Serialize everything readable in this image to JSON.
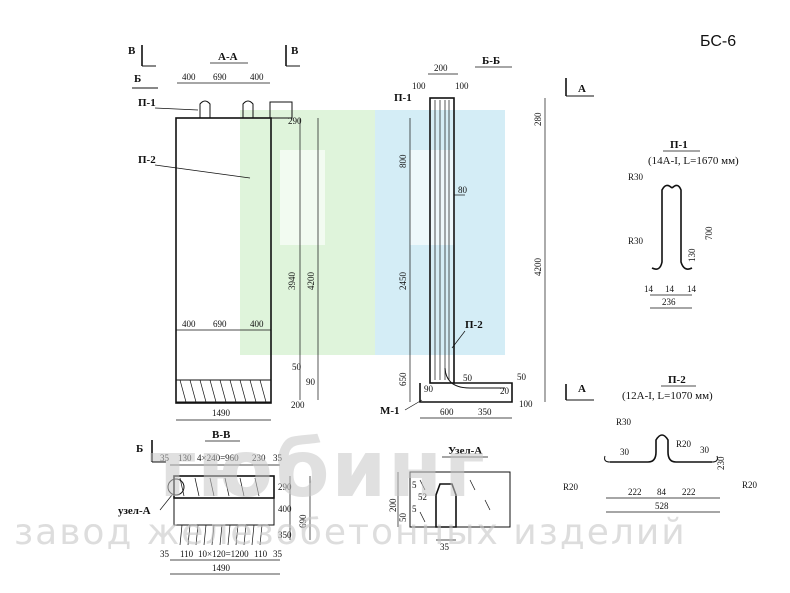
{
  "sheet_code": "БС-6",
  "sections": {
    "aa": {
      "title": "А-А",
      "mark_v": "В",
      "mark_b": "Б",
      "top_dims": [
        "400",
        "690",
        "400"
      ],
      "mid_dims": [
        "400",
        "690",
        "400"
      ],
      "width": "1490",
      "height_dims": [
        "290",
        "3940",
        "4200",
        "50",
        "90",
        "200"
      ],
      "callouts": [
        "П-1",
        "П-2"
      ]
    },
    "bb": {
      "title": "Б-Б",
      "mark_a": "А",
      "top_dims": [
        "200",
        "100",
        "100"
      ],
      "height_dims": [
        "280",
        "800",
        "2450",
        "650",
        "4200"
      ],
      "side_dims": [
        "80",
        "50",
        "50",
        "90",
        "100",
        "20"
      ],
      "bottom_dims": [
        "600",
        "350"
      ],
      "callouts": [
        "П-1",
        "П-2",
        "М-1"
      ]
    },
    "vv": {
      "title": "В-В",
      "mark_b": "Б",
      "top_dims": [
        "35",
        "130",
        "4×240=960",
        "230",
        "35"
      ],
      "bottom_dims": [
        "35",
        "110",
        "10×120=1200",
        "110",
        "35"
      ],
      "width": "1490",
      "right_dims": [
        "290",
        "400",
        "690",
        "350"
      ],
      "node_label": "узел-А"
    },
    "node": {
      "title": "Узел-А",
      "left_dims": [
        "200",
        "50",
        "5",
        "52",
        "5"
      ],
      "bottom_dim": "35"
    },
    "p1": {
      "title": "П-1",
      "spec": "(14А-I, L=1670 мм)",
      "dims": [
        "R30",
        "R30",
        "700",
        "130",
        "14",
        "14",
        "14",
        "236"
      ]
    },
    "p2": {
      "title": "П-2",
      "spec": "(12А-I, L=1070 мм)",
      "dims": [
        "R30",
        "R20",
        "30",
        "30",
        "230",
        "R20",
        "R20",
        "222",
        "84",
        "222",
        "528"
      ]
    }
  },
  "watermark": {
    "brand": "тюбинг",
    "tagline": "завод железобетонных изделий"
  }
}
